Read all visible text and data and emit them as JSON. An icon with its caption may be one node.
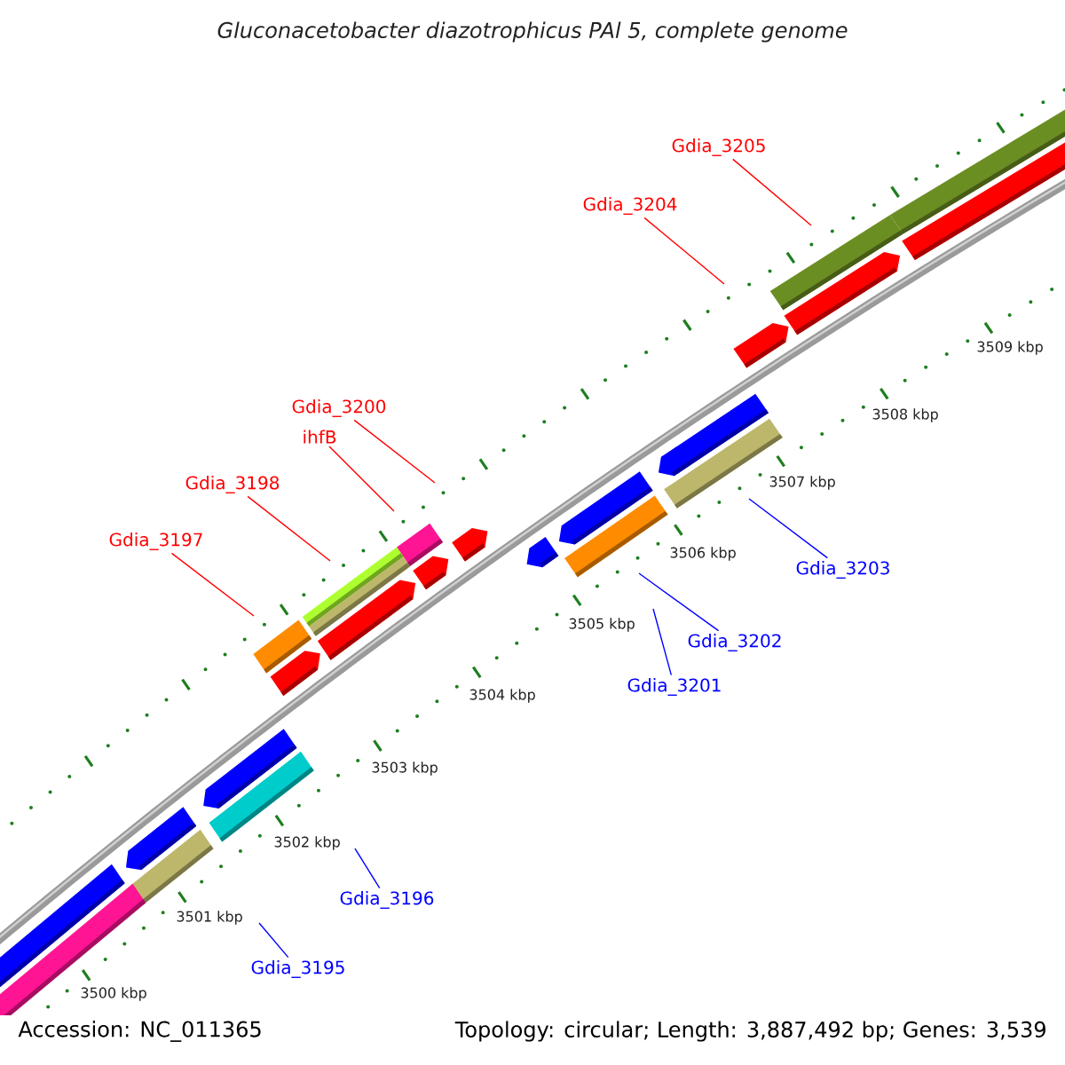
{
  "diagram": {
    "title": "Gluconacetobacter diazotrophicus PAl 5, complete genome",
    "nodes": [
      {
        "text": [
          "Gdia_3205"
        ]
      },
      {
        "text": [
          "Gdia_3204"
        ]
      },
      {
        "text": [
          "Gdia_3200"
        ]
      },
      {
        "text": [
          "ihfB"
        ]
      },
      {
        "text": [
          "Gdia_3198"
        ]
      },
      {
        "text": [
          "Gdia_3197"
        ]
      },
      {
        "text": [
          "Gdia_3203"
        ]
      },
      {
        "text": [
          "Gdia_3202"
        ]
      },
      {
        "text": [
          "Gdia_3201"
        ]
      },
      {
        "text": [
          "Gdia_3196"
        ]
      },
      {
        "text": [
          "Gdia_3195"
        ]
      }
    ],
    "edges": [
      {
        "from": 0,
        "to": null,
        "arrow": "none"
      },
      {
        "from": 1,
        "to": null,
        "arrow": "none"
      },
      {
        "from": 2,
        "to": null,
        "arrow": "none"
      },
      {
        "from": 3,
        "to": null,
        "arrow": "none"
      },
      {
        "from": 4,
        "to": null,
        "arrow": "none"
      },
      {
        "from": 5,
        "to": null,
        "arrow": "none"
      },
      {
        "from": 6,
        "to": null,
        "arrow": "none",
        "color": "#0000ff"
      },
      {
        "from": 7,
        "to": null,
        "arrow": "none",
        "color": "#0000ff"
      },
      {
        "from": 8,
        "to": null,
        "arrow": "none",
        "color": "#0000ff"
      },
      {
        "from": 9,
        "to": null,
        "arrow": "none",
        "color": "#0000ff"
      },
      {
        "from": 10,
        "to": null,
        "arrow": "none",
        "color": "#0000ff"
      }
    ],
    "labels": [
      "3509 kbp",
      "3508 kbp",
      "3507 kbp",
      "3506 kbp",
      "3505 kbp",
      "3504 kbp",
      "3503 kbp",
      "3502 kbp",
      "3501 kbp",
      "3500 kbp",
      "Accession: NC_011365",
      "Topology: circular; Length: 3,887,492 bp; Genes: 3,539"
    ]
  }
}
